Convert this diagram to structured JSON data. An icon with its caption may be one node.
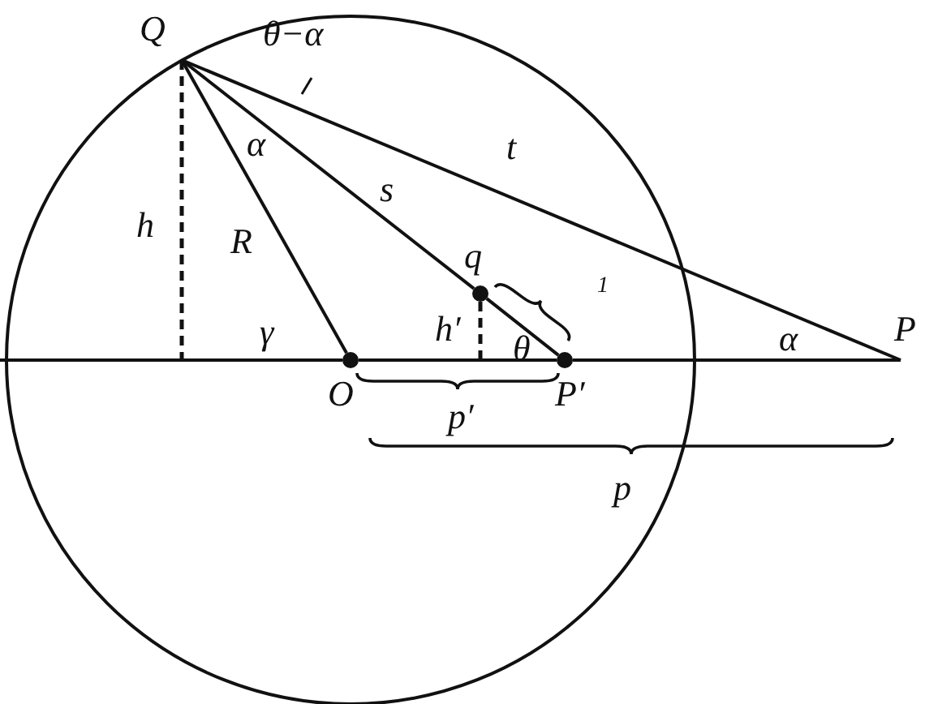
{
  "diagram": {
    "nodes": [
      {
        "text": [
          "Q"
        ]
      },
      {
        "text": [
          "O"
        ]
      },
      {
        "text": [
          "P′"
        ]
      },
      {
        "text": [
          "P"
        ]
      },
      {
        "text": [
          "q"
        ]
      }
    ],
    "edges": [
      {
        "from": 0,
        "to": 1,
        "arrow": "none",
        "label": "R"
      },
      {
        "from": 0,
        "to": 4,
        "arrow": "none",
        "label": "s"
      },
      {
        "from": 4,
        "to": 2,
        "arrow": "none"
      },
      {
        "from": 0,
        "to": 3,
        "arrow": "none",
        "label": "t"
      },
      {
        "from": null,
        "to": 1,
        "arrow": "none"
      },
      {
        "from": 1,
        "to": 2,
        "arrow": "none"
      },
      {
        "from": 2,
        "to": 3,
        "arrow": "none"
      },
      {
        "from": 0,
        "to": null,
        "arrow": "none",
        "style": "dashed"
      },
      {
        "from": 4,
        "to": null,
        "arrow": "none",
        "style": "dashed"
      }
    ],
    "labels": [
      "θ−α",
      "α",
      "h",
      "γ",
      "h′",
      "θ",
      "1",
      "p′",
      "p",
      "α"
    ]
  }
}
